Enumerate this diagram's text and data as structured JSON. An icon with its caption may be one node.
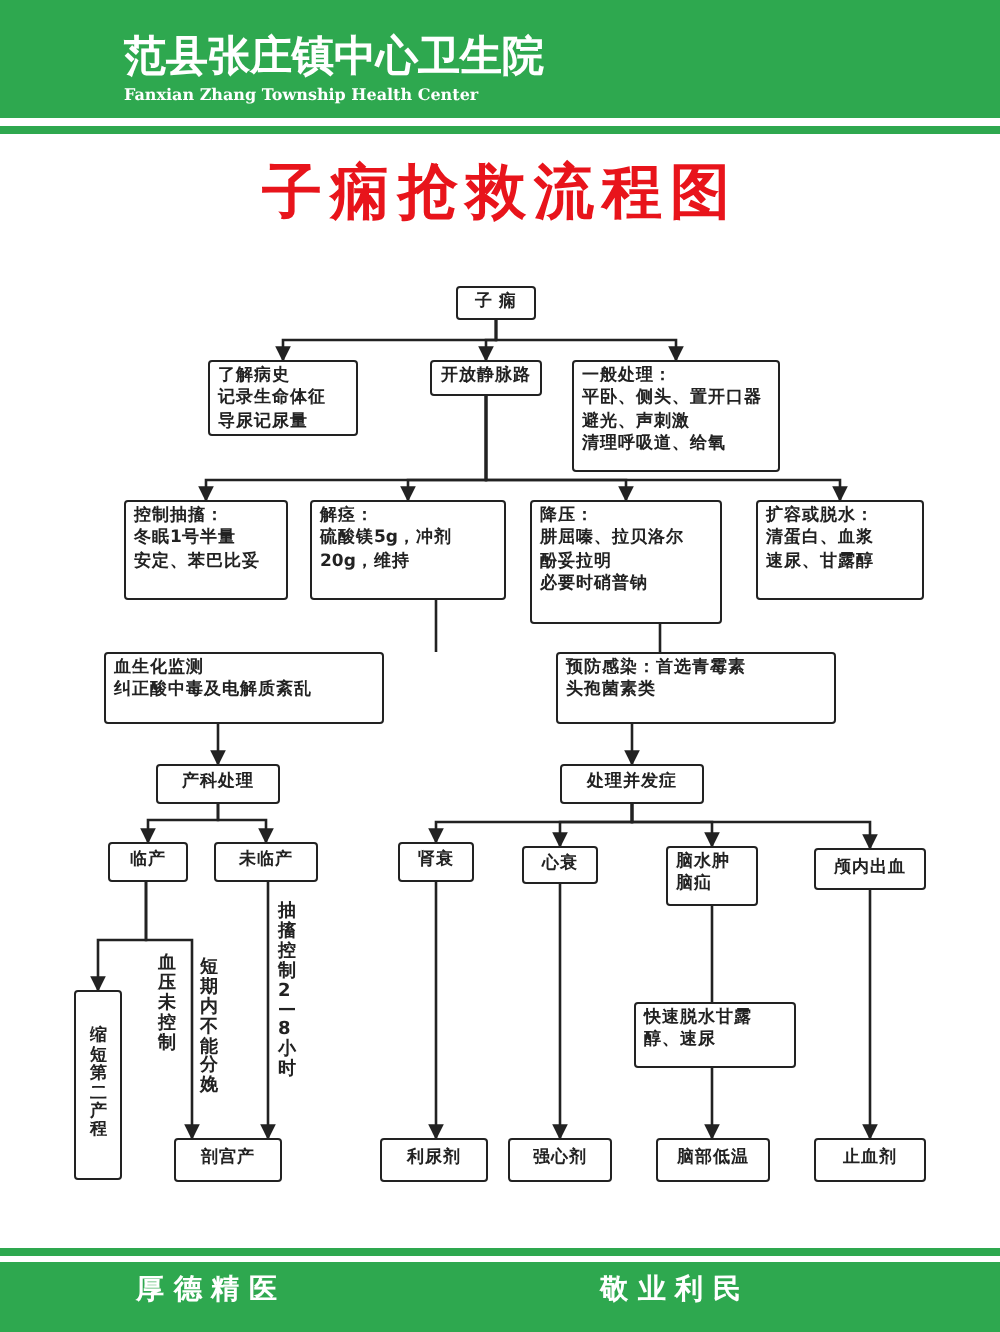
{
  "diagram": {
    "title": "子痫抢救流程图",
    "nodes": [
      {
        "text": [
          "子 痫"
        ]
      },
      {
        "text": [
          "了解病史",
          "记录生命体征",
          "导尿记尿量"
        ]
      },
      {
        "text": [
          "开放静脉路"
        ]
      },
      {
        "text": [
          "一般处理：",
          "平卧、侧头、置开口器",
          "避光、声刺激",
          "清理呼吸道、给氧"
        ]
      },
      {
        "text": [
          "控制抽搐：",
          "冬眠1号半量",
          "安定、苯巴比妥"
        ]
      },
      {
        "text": [
          "解痉：",
          "硫酸镁5g，冲剂20g，维持"
        ]
      },
      {
        "text": [
          "降压：",
          "肼屈嗪、拉贝洛尔",
          "酚妥拉明",
          "必要时硝普钠"
        ]
      },
      {
        "text": [
          "扩容或脱水：",
          "清蛋白、血浆",
          "速尿、甘露醇"
        ]
      },
      {
        "text": [
          "血生化监测",
          "纠正酸中毒及电解质紊乱"
        ]
      },
      {
        "text": [
          "预防感染：首选青霉素头孢菌素类"
        ]
      },
      {
        "text": [
          "产科处理"
        ]
      },
      {
        "text": [
          "处理并发症"
        ]
      },
      {
        "text": [
          "临产"
        ]
      },
      {
        "text": [
          "未临产"
        ]
      },
      {
        "text": [
          "肾衰"
        ]
      },
      {
        "text": [
          "心衰"
        ]
      },
      {
        "text": [
          "脑水肿",
          "脑疝"
        ]
      },
      {
        "text": [
          "颅内出血"
        ]
      },
      {
        "text": [
          "缩短第二产程"
        ]
      },
      {
        "text": [
          "剖宫产"
        ]
      },
      {
        "text": [
          "利尿剂"
        ]
      },
      {
        "text": [
          "强心剂"
        ]
      },
      {
        "text": [
          "快速脱水甘露醇、速尿"
        ]
      },
      {
        "text": [
          "脑部低温"
        ]
      },
      {
        "text": [
          "止血剂"
        ]
      }
    ],
    "edges": [
      {
        "from": 0,
        "to": 1,
        "arrow": "to"
      },
      {
        "from": 0,
        "to": 2,
        "arrow": "to"
      },
      {
        "from": 0,
        "to": 3,
        "arrow": "to"
      },
      {
        "from": 2,
        "to": 4,
        "arrow": "to"
      },
      {
        "from": 2,
        "to": 5,
        "arrow": "to"
      },
      {
        "from": 2,
        "to": 6,
        "arrow": "to"
      },
      {
        "from": 2,
        "to": 7,
        "arrow": "to"
      },
      {
        "from": 5,
        "to": 8,
        "arrow": "none"
      },
      {
        "from": 6,
        "to": 9,
        "arrow": "none"
      },
      {
        "from": 8,
        "to": 10,
        "arrow": "to"
      },
      {
        "from": 9,
        "to": 11,
        "arrow": "to"
      },
      {
        "from": 10,
        "to": 12,
        "arrow": "to"
      },
      {
        "from": 10,
        "to": 13,
        "arrow": "to"
      },
      {
        "from": 11,
        "to": 14,
        "arrow": "to"
      },
      {
        "from": 11,
        "to": 15,
        "arrow": "to"
      },
      {
        "from": 11,
        "to": 16,
        "arrow": "to"
      },
      {
        "from": 11,
        "to": 17,
        "arrow": "to"
      },
      {
        "from": 12,
        "to": 18,
        "arrow": "to"
      },
      {
        "from": 12,
        "to": 19,
        "label": "血压未控制",
        "arrow": "to"
      },
      {
        "from": 13,
        "to": 19,
        "label": "抽搐控制2—8小时",
        "arrow": "to"
      },
      {
        "from": 14,
        "to": 20,
        "arrow": "to"
      },
      {
        "from": 15,
        "to": 21,
        "arrow": "to"
      },
      {
        "from": 16,
        "to": 22,
        "arrow": "none"
      },
      {
        "from": 22,
        "to": 23,
        "arrow": "to"
      },
      {
        "from": 17,
        "to": 24,
        "arrow": "to"
      }
    ],
    "labels": [
      "范县张庄镇中心卫生院",
      "Fanxian Zhang Township Health Center",
      "短期内不能分娩",
      "厚 德 精 医",
      "敬 业 利 民"
    ]
  }
}
